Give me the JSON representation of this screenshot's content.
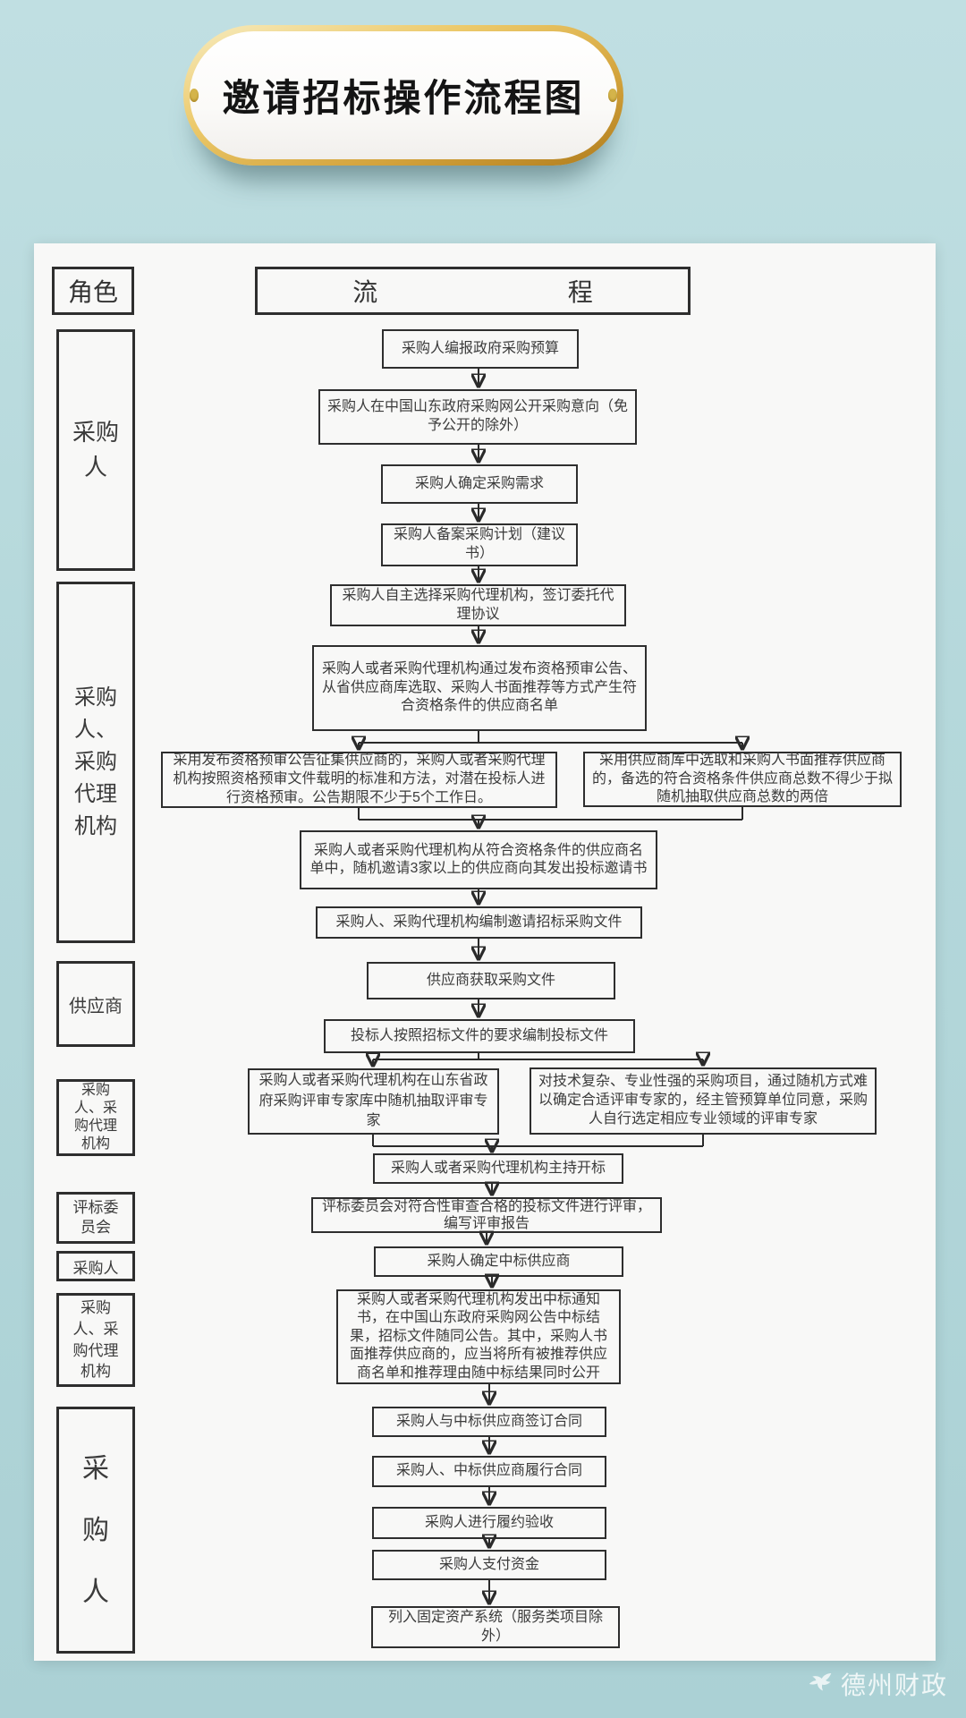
{
  "title": {
    "text": "邀请招标操作流程图"
  },
  "headers": {
    "role": "角色",
    "flow_left": "流",
    "flow_right": "程"
  },
  "roles": [
    {
      "label": "采购\n人"
    },
    {
      "label": "采购\n人、\n采购\n代理\n机构"
    },
    {
      "label": "供应商"
    },
    {
      "label": "采购\n人、采\n购代理\n机构"
    },
    {
      "label": "评标委\n员会"
    },
    {
      "label": "采购人"
    },
    {
      "label": "采购\n人、采\n购代理\n机构"
    },
    {
      "label": "采\n购\n人"
    }
  ],
  "steps": [
    "采购人编报政府采购预算",
    "采购人在中国山东政府采购网公开采购意向（免予公开的除外）",
    "采购人确定采购需求",
    "采购人备案采购计划（建议书）",
    "采购人自主选择采购代理机构，签订委托代理协议",
    "采购人或者采购代理机构通过发布资格预审公告、从省供应商库选取、采购人书面推荐等方式产生符合资格条件的供应商名单",
    "采用发布资格预审公告征集供应商的，采购人或者采购代理机构按照资格预审文件载明的标准和方法，对潜在投标人进行资格预审。公告期限不少于5个工作日。",
    "采用供应商库中选取和采购人书面推荐供应商的，备选的符合资格条件供应商总数不得少于拟随机抽取供应商总数的两倍",
    "采购人或者采购代理机构从符合资格条件的供应商名单中，随机邀请3家以上的供应商向其发出投标邀请书",
    "采购人、采购代理机构编制邀请招标采购文件",
    "供应商获取采购文件",
    "投标人按照招标文件的要求编制投标文件",
    "采购人或者采购代理机构在山东省政府采购评审专家库中随机抽取评审专家",
    "对技术复杂、专业性强的采购项目，通过随机方式难以确定合适评审专家的，经主管预算单位同意，采购人自行选定相应专业领域的评审专家",
    "采购人或者采购代理机构主持开标",
    "评标委员会对符合性审查合格的投标文件进行评审，编写评审报告",
    "采购人确定中标供应商",
    "采购人或者采购代理机构发出中标通知书，在中国山东政府采购网公告中标结果，招标文件随同公告。其中，采购人书面推荐供应商的，应当将所有被推荐供应商名单和推荐理由随中标结果同时公开",
    "采购人与中标供应商签订合同",
    "采购人、中标供应商履行合同",
    "采购人进行履约验收",
    "采购人支付资金",
    "列入固定资产系统（服务类项目除外）"
  ],
  "watermark": {
    "text": "德州财政"
  },
  "colors": {
    "background": "#b5d8db",
    "panel": "#f8f8f7",
    "gold": "#d3a33c",
    "box_border": "#2e2e2e",
    "text": "#3b3b3b"
  }
}
